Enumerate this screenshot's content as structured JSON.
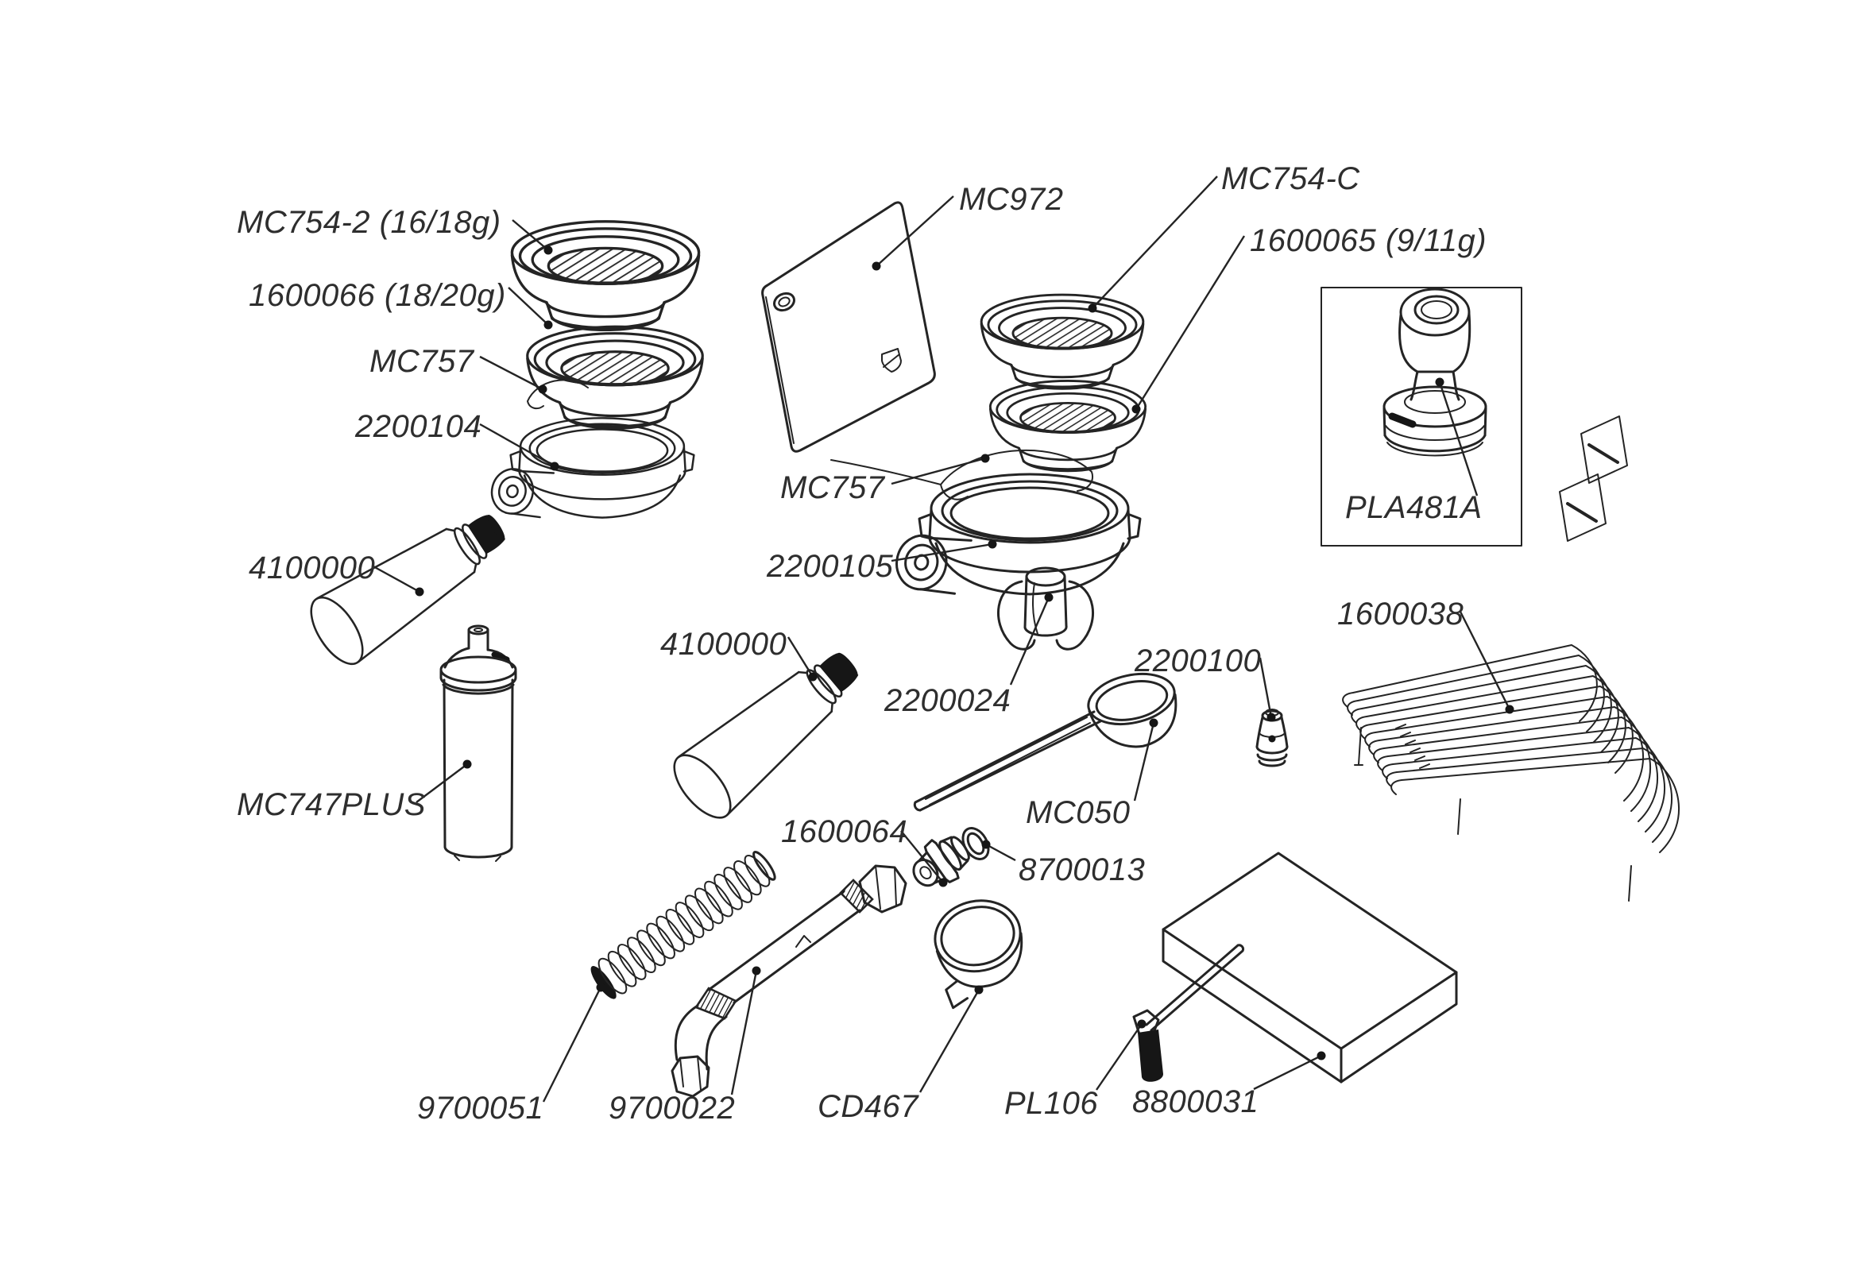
{
  "colors": {
    "background": "#ffffff",
    "line": "#242424",
    "label_text": "#2e2e2e",
    "dark_fill": "#161616"
  },
  "parts": [
    {
      "id": "MC754-2",
      "label": "MC754-2 (16/18g)",
      "drawing": "filter-basket"
    },
    {
      "id": "1600066",
      "label": "1600066 (18/20g)",
      "drawing": "filter-basket"
    },
    {
      "id": "MC757-left",
      "label": "MC757",
      "drawing": "basket-spring-clip"
    },
    {
      "id": "2200104",
      "label": "2200104",
      "drawing": "portafilter-body"
    },
    {
      "id": "4100000-left",
      "label": "4100000",
      "drawing": "portafilter-handle"
    },
    {
      "id": "MC747PLUS",
      "label": "MC747PLUS",
      "drawing": "water-filter-cartridge"
    },
    {
      "id": "MC972",
      "label": "MC972",
      "drawing": "flat-plate"
    },
    {
      "id": "MC754-C",
      "label": "MC754-C",
      "drawing": "filter-basket"
    },
    {
      "id": "1600065",
      "label": "1600065 (9/11g)",
      "drawing": "filter-basket"
    },
    {
      "id": "MC757-right",
      "label": "MC757",
      "drawing": "basket-spring-clip"
    },
    {
      "id": "2200105",
      "label": "2200105",
      "drawing": "portafilter-body"
    },
    {
      "id": "2200024",
      "label": "2200024",
      "drawing": "double-spout"
    },
    {
      "id": "4100000-mid",
      "label": "4100000",
      "drawing": "portafilter-handle"
    },
    {
      "id": "1600064",
      "label": "1600064",
      "drawing": "hose-nipple"
    },
    {
      "id": "8700013",
      "label": "8700013",
      "drawing": "o-ring-gasket"
    },
    {
      "id": "MC050",
      "label": "MC050",
      "drawing": "measuring-scoop"
    },
    {
      "id": "2200100",
      "label": "2200100",
      "drawing": "steam-tip"
    },
    {
      "id": "1600038",
      "label": "1600038",
      "drawing": "wire-cup-rack"
    },
    {
      "id": "PLA481A",
      "label": "PLA481A",
      "drawing": "tamper"
    },
    {
      "id": "9700051",
      "label": "9700051",
      "drawing": "corrugated-hose"
    },
    {
      "id": "9700022",
      "label": "9700022",
      "drawing": "steam-wand-pipe"
    },
    {
      "id": "CD467",
      "label": "CD467",
      "drawing": "clamp-ring"
    },
    {
      "id": "PL106",
      "label": "PL106",
      "drawing": "tray-screw-pin"
    },
    {
      "id": "8800031",
      "label": "8800031",
      "drawing": "drip-tray"
    }
  ]
}
